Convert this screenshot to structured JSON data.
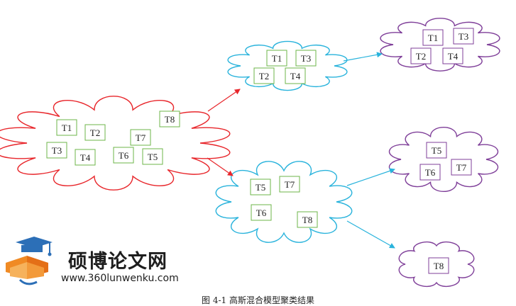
{
  "colors": {
    "root": "#e8262b",
    "level1": "#29b3dc",
    "level2": "#7f3f99",
    "box": "#6db648"
  },
  "root_cloud": {
    "tasks": [
      "T1",
      "T2",
      "T3",
      "T4",
      "T6",
      "T7",
      "T5",
      "T8"
    ]
  },
  "clusters_level1": [
    {
      "tasks": [
        "T1",
        "T3",
        "T2",
        "T4"
      ]
    },
    {
      "tasks": [
        "T5",
        "T7",
        "T6",
        "T8"
      ]
    }
  ],
  "clusters_level2": [
    {
      "tasks": [
        "T1",
        "T3",
        "T2",
        "T4"
      ]
    },
    {
      "tasks": [
        "T5",
        "T6",
        "T7"
      ]
    },
    {
      "tasks": [
        "T8"
      ]
    }
  ],
  "watermark": {
    "title": "硕博论文网",
    "url": "www.360lunwenku.com",
    "logo_icon": "graduation-cap-book-icon"
  },
  "caption": "图 4-1  高斯混合模型聚类结果"
}
